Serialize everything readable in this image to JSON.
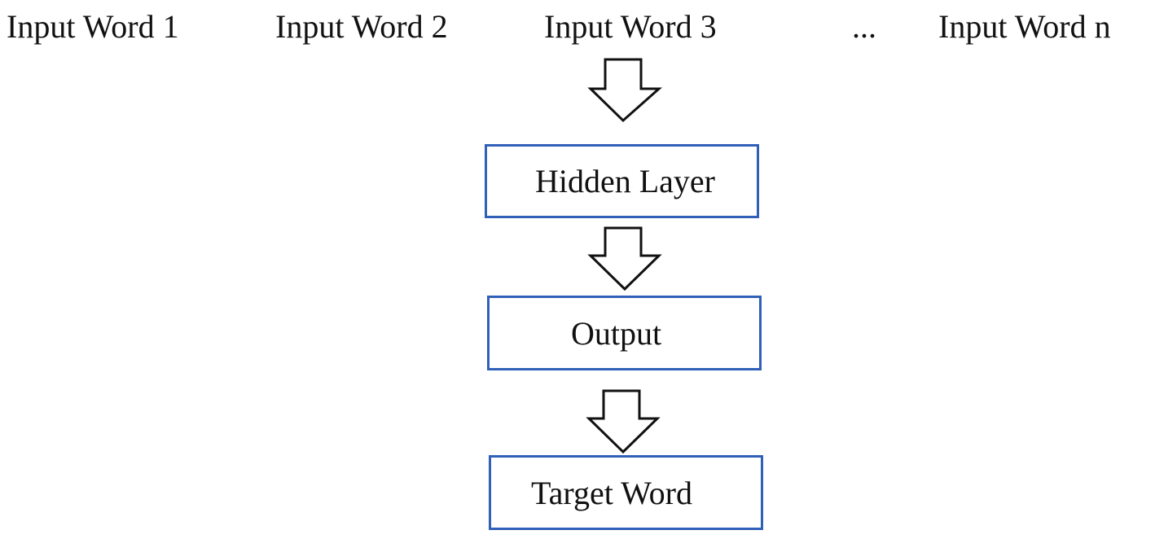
{
  "inputs": {
    "word1": "Input Word 1",
    "word2": "Input Word 2",
    "word3": "Input Word 3",
    "ellipsis": "...",
    "wordn": "Input Word n"
  },
  "nodes": {
    "hidden": "Hidden Layer",
    "output": "Output",
    "target": "Target Word"
  },
  "colors": {
    "box_border": "#3060b8",
    "arrow_stroke": "#111111"
  }
}
